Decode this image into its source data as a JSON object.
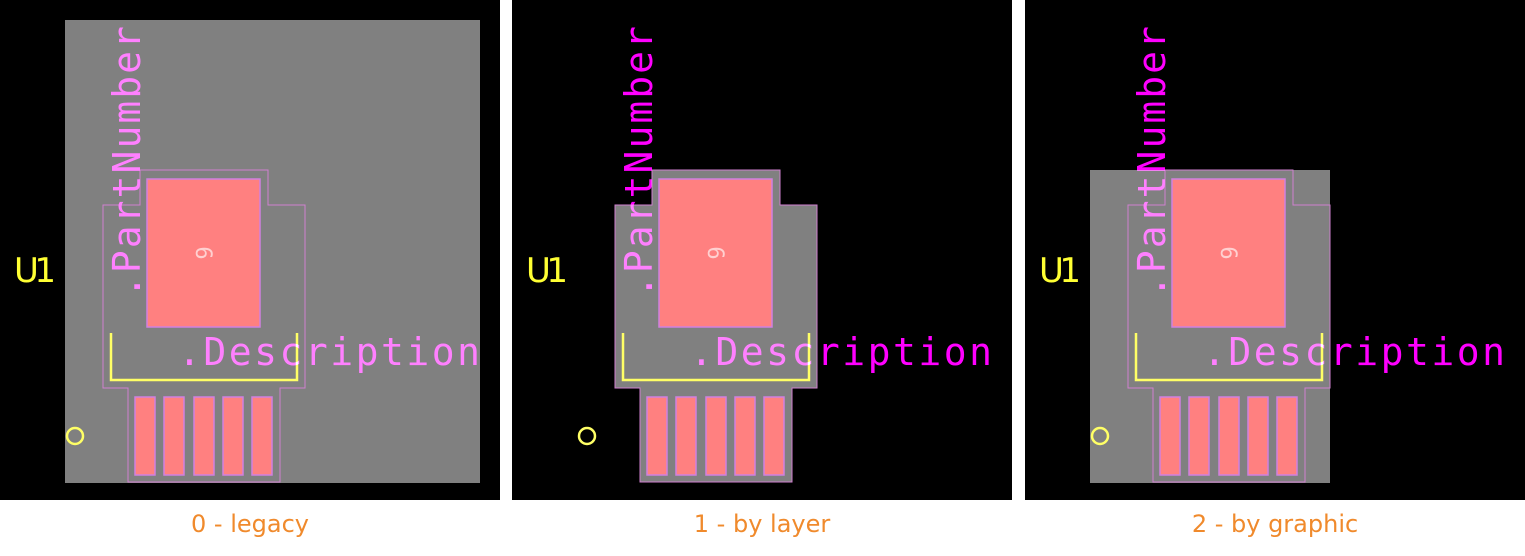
{
  "footprint": {
    "reference": "U1",
    "part_number_field": ".PartNumber",
    "description_field": ".Description",
    "pad_number": "6"
  },
  "panels": [
    {
      "caption": "0 - legacy",
      "fill_mode": "bbox-large"
    },
    {
      "caption": "1 - by layer",
      "fill_mode": "courtyard"
    },
    {
      "caption": "2 - by graphic",
      "fill_mode": "bbox"
    }
  ],
  "colors": {
    "background": "#000000",
    "fill": "#808080",
    "pad": "#ff8080",
    "pad_edge": "#d080e0",
    "courtyard": "#d080d0",
    "silkscreen": "#ffff66",
    "fab_text": "#ff00ff",
    "caption": "#f08a2c"
  }
}
